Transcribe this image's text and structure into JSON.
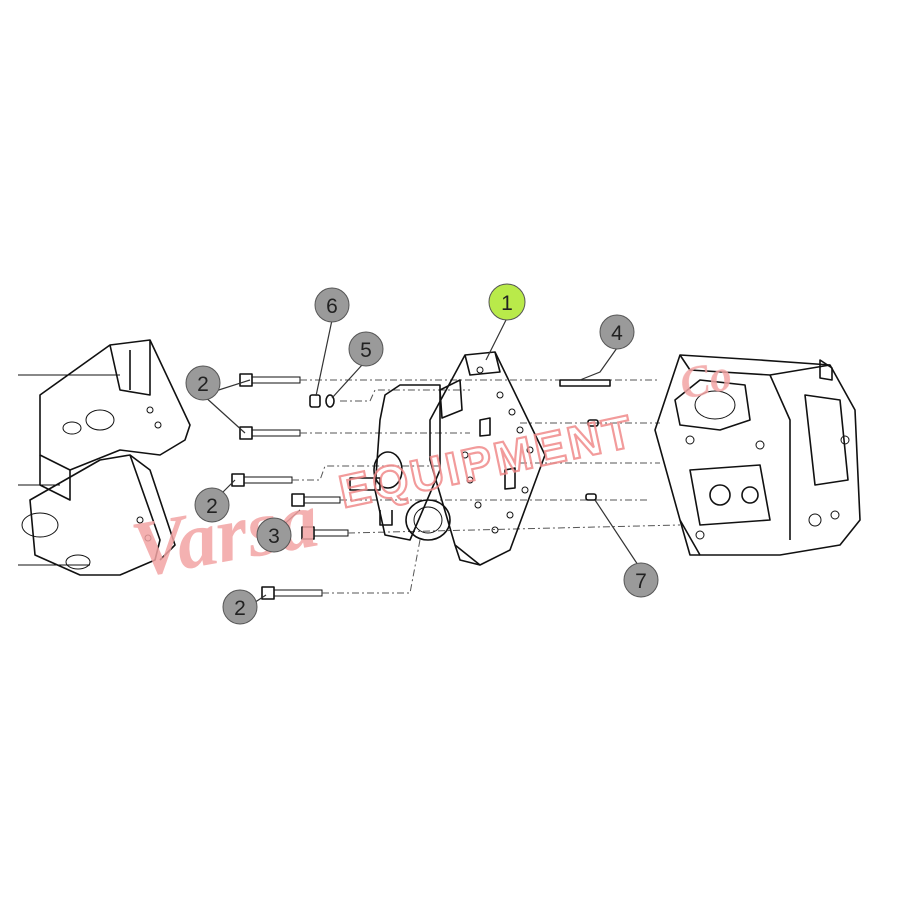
{
  "callouts": [
    {
      "id": "c1",
      "label": "1",
      "color": "#b9ea4a"
    },
    {
      "id": "c2a",
      "label": "2",
      "color": "#9a9a9a"
    },
    {
      "id": "c2b",
      "label": "2",
      "color": "#9a9a9a"
    },
    {
      "id": "c2c",
      "label": "2",
      "color": "#9a9a9a"
    },
    {
      "id": "c3",
      "label": "3",
      "color": "#9a9a9a"
    },
    {
      "id": "c4",
      "label": "4",
      "color": "#9a9a9a"
    },
    {
      "id": "c5",
      "label": "5",
      "color": "#9a9a9a"
    },
    {
      "id": "c6",
      "label": "6",
      "color": "#9a9a9a"
    },
    {
      "id": "c7",
      "label": "7",
      "color": "#9a9a9a"
    }
  ],
  "watermark": {
    "script_text": "Varsa",
    "block_text": "EQUIPMENT",
    "suffix_text": "Co",
    "color": "#f2a3a3"
  }
}
